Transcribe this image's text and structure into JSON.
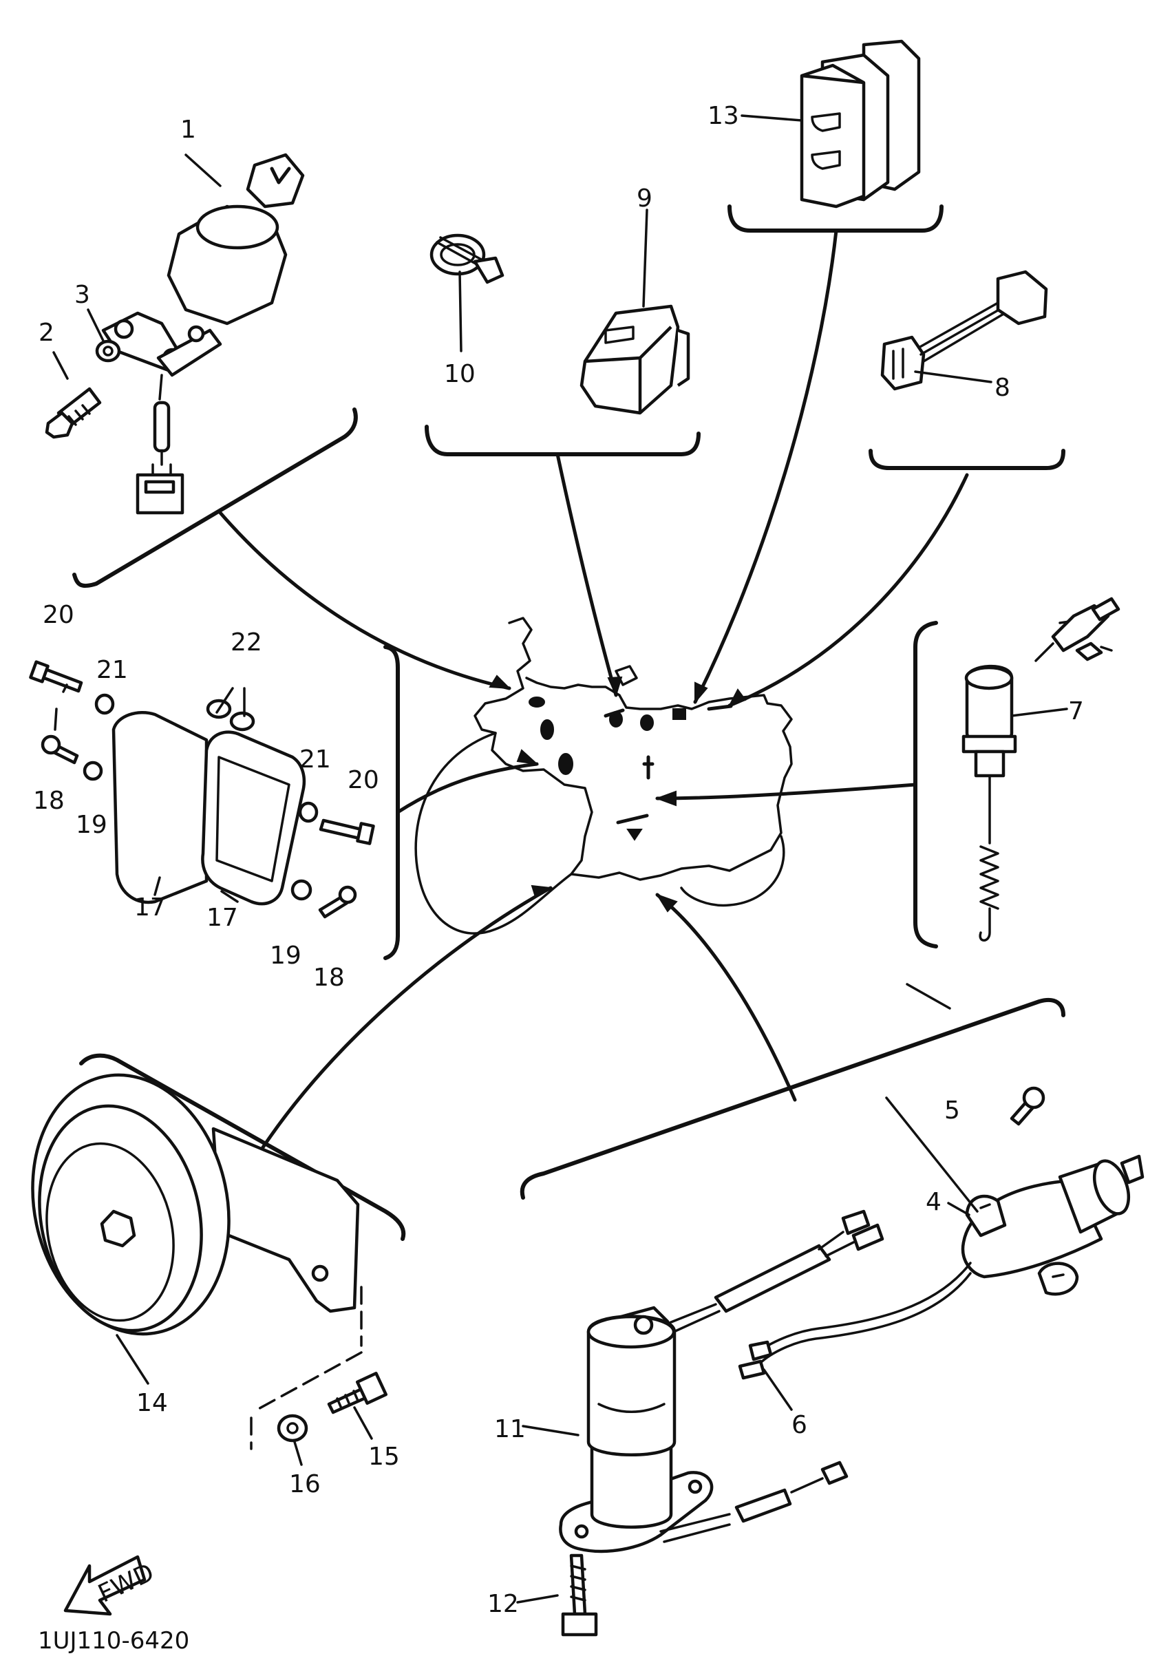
{
  "diagram": {
    "drawing_code": "1UJ110-6420",
    "fwd_label": "FWD",
    "callouts": {
      "c1": "1",
      "c2": "2",
      "c3": "3",
      "c4": "4",
      "c5": "5",
      "c6": "6",
      "c7": "7",
      "c8": "8",
      "c9": "9",
      "c10": "10",
      "c11": "11",
      "c12": "12",
      "c13": "13",
      "c14": "14",
      "c15": "15",
      "c16": "16",
      "c17a": "17",
      "c17b": "17",
      "c18a": "18",
      "c18b": "18",
      "c19a": "19",
      "c19b": "19",
      "c20a": "20",
      "c20b": "20",
      "c21a": "21",
      "c21b": "21",
      "c22": "22"
    }
  }
}
